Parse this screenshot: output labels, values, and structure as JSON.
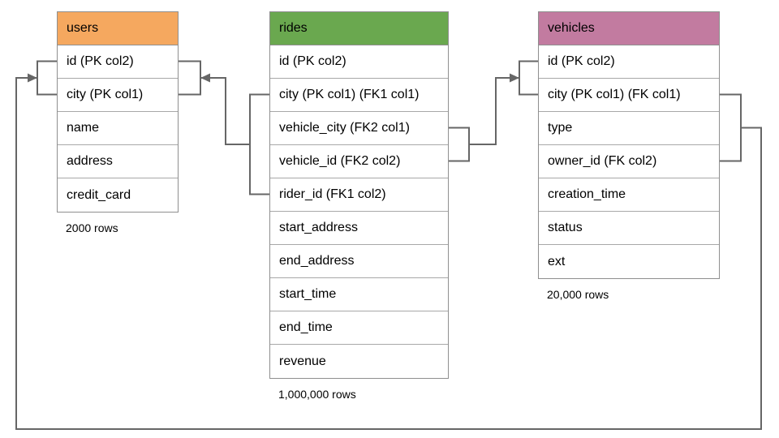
{
  "diagram": {
    "line_color": "#666666",
    "tables": [
      {
        "name": "users",
        "title": "users",
        "header_color": "#f5a85f",
        "rows": [
          "id (PK col2)",
          "city (PK col1)",
          "name",
          "address",
          "credit_card"
        ],
        "caption": "2000 rows"
      },
      {
        "name": "rides",
        "title": "rides",
        "header_color": "#6aa84f",
        "rows": [
          "id (PK col2)",
          "city (PK col1) (FK1 col1)",
          "vehicle_city (FK2 col1)",
          "vehicle_id (FK2 col2)",
          "rider_id (FK1 col2)",
          "start_address",
          "end_address",
          "start_time",
          "end_time",
          "revenue"
        ],
        "caption": "1,000,000 rows"
      },
      {
        "name": "vehicles",
        "title": "vehicles",
        "header_color": "#c27ba0",
        "rows": [
          "id (PK col2)",
          "city (PK col1) (FK col1)",
          "type",
          "owner_id (FK col2)",
          "creation_time",
          "status",
          "ext"
        ],
        "caption": "20,000 rows"
      }
    ],
    "relationships": [
      {
        "name": "rides-fk1-users",
        "from_table": "rides",
        "from_side": "left",
        "from_rows": [
          1,
          4
        ],
        "to_table": "users",
        "to_side": "right",
        "to_rows": [
          0,
          1
        ]
      },
      {
        "name": "rides-fk2-vehicles",
        "from_table": "rides",
        "from_side": "right",
        "from_rows": [
          2,
          3
        ],
        "to_table": "vehicles",
        "to_side": "left",
        "to_rows": [
          0,
          1
        ]
      },
      {
        "name": "vehicles-fk-users",
        "from_table": "vehicles",
        "from_side": "right",
        "from_rows": [
          1,
          3
        ],
        "to_table": "users",
        "to_side": "left",
        "to_rows": [
          0,
          1
        ]
      }
    ]
  }
}
